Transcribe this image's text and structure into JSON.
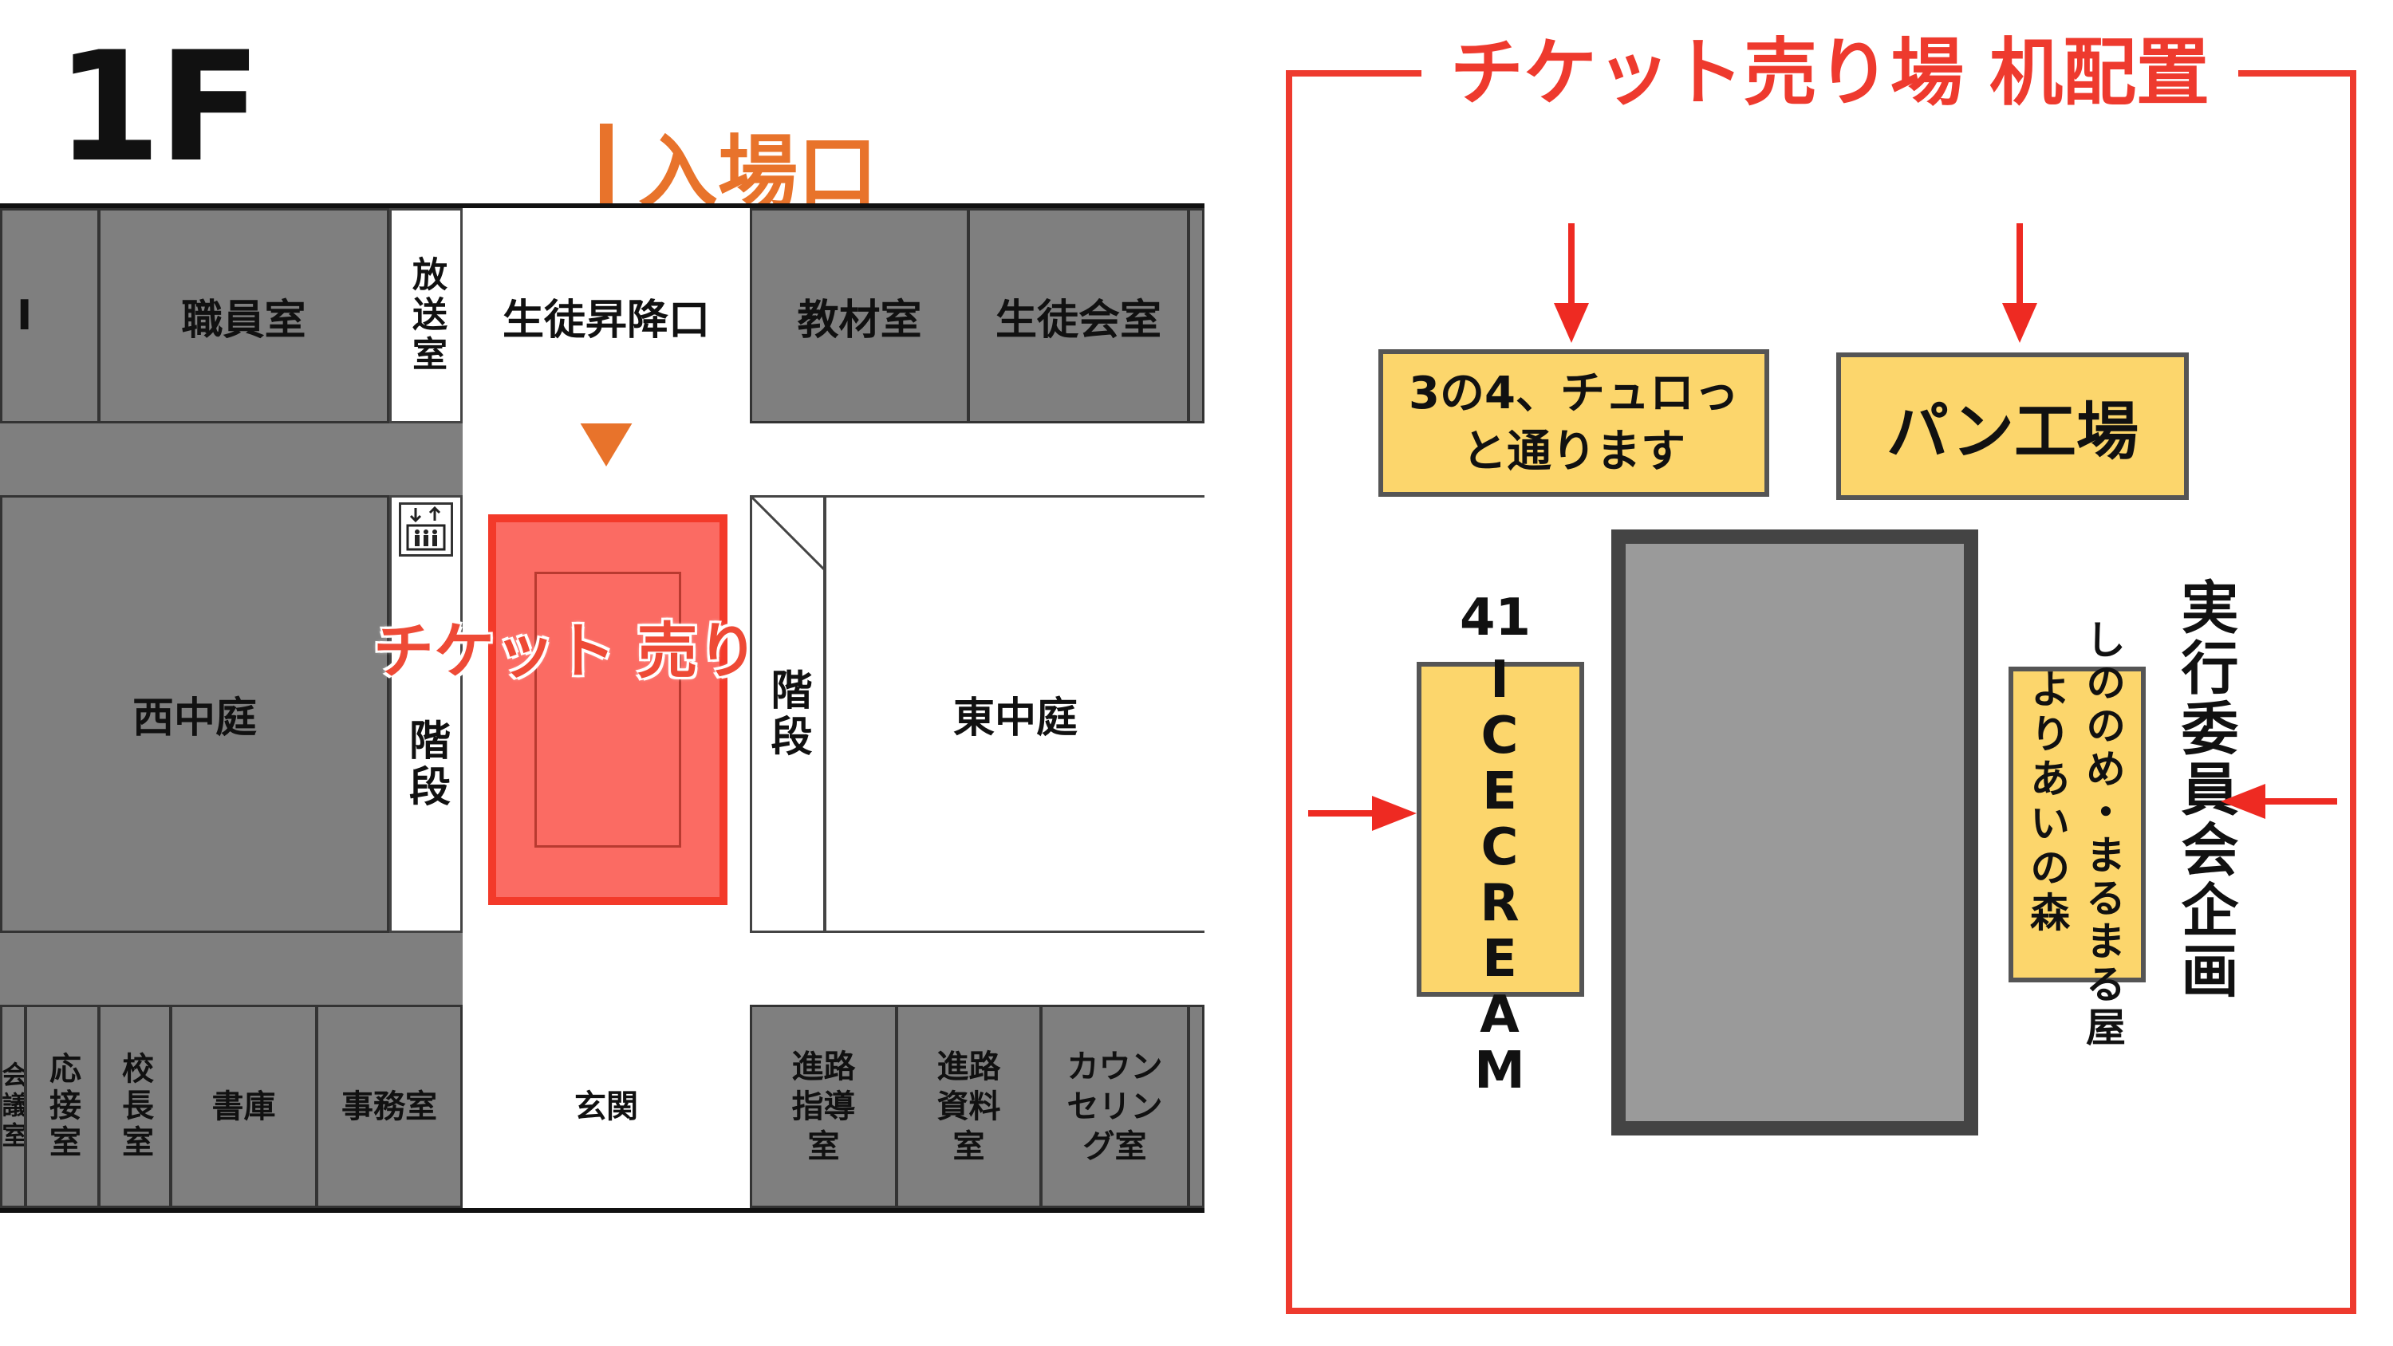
{
  "floor_plan": {
    "floor": "1F",
    "entrance_label": "入場口",
    "ticket_area_label": "チケット 売り場",
    "rooms": {
      "room_i": "I",
      "staff_room": "職員室",
      "broadcast_room": "放送室",
      "student_entrance": "生徒昇降口",
      "materials_room": "教材室",
      "student_council_room": "生徒会室",
      "west_courtyard": "西中庭",
      "east_courtyard": "東中庭",
      "stairs_left": "階段",
      "stairs_right": "階段",
      "meeting_room": "会議室",
      "reception_room": "応接室",
      "principal_room": "校長室",
      "library_storage": "書庫",
      "office": "事務室",
      "front_entrance": "玄関",
      "career_guidance_room": "進路指導室",
      "career_materials_room": "進路資料室",
      "counseling_room": "カウンセリング室"
    }
  },
  "desk_layout": {
    "title": "チケット売り場 机配置",
    "desks": {
      "top_left": "3の4、チュロっと通ります",
      "top_right": "パン工場",
      "left_number": "41",
      "left_name": "ICECREAM",
      "right_inner_col1": "しののめ・まるまる屋",
      "right_inner_col2": "よりあいの森",
      "right_outer": "実行委員会企画"
    }
  },
  "colors": {
    "entrance_orange": "#e8732b",
    "ticket_red": "#ee4a36",
    "desk_yellow": "#fcd66c",
    "room_gray": "#7f7f7f"
  }
}
